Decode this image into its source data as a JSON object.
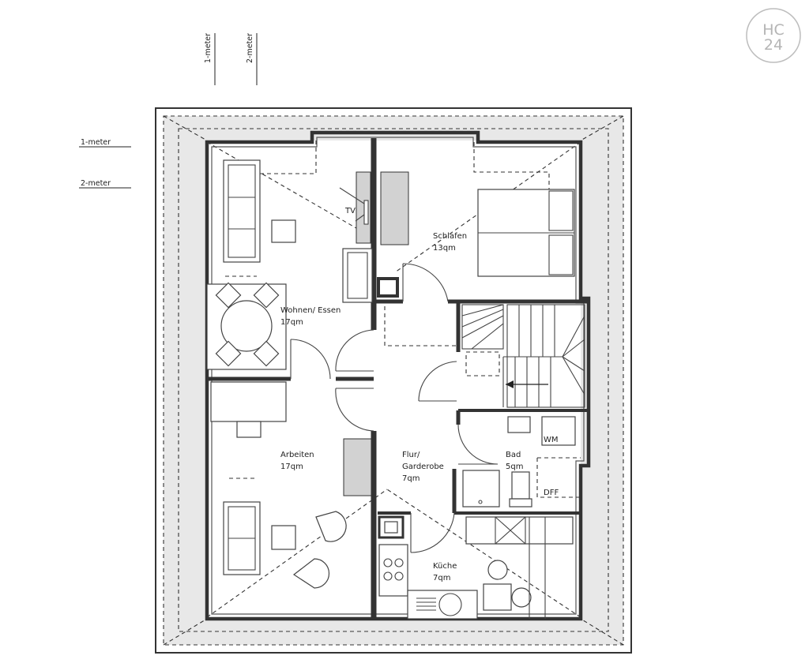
{
  "logo": {
    "line1": "HC",
    "line2": "24"
  },
  "scale_labels": {
    "one": "1-meter",
    "two": "2-meter"
  },
  "rooms": {
    "wohnen": {
      "name": "Wohnen/ Essen",
      "area": "17qm"
    },
    "schlafen": {
      "name": "Schlafen",
      "area": "13qm"
    },
    "arbeiten": {
      "name": "Arbeiten",
      "area": "17qm"
    },
    "flur": {
      "name_line1": "Flur/",
      "name_line2": "Garderobe",
      "area": "7qm"
    },
    "bad": {
      "name": "Bad",
      "area": "5qm"
    },
    "kueche": {
      "name": "Küche",
      "area": "7qm"
    }
  },
  "fixtures": {
    "tv": "TV",
    "wm": "WM",
    "dff": "DFF"
  }
}
